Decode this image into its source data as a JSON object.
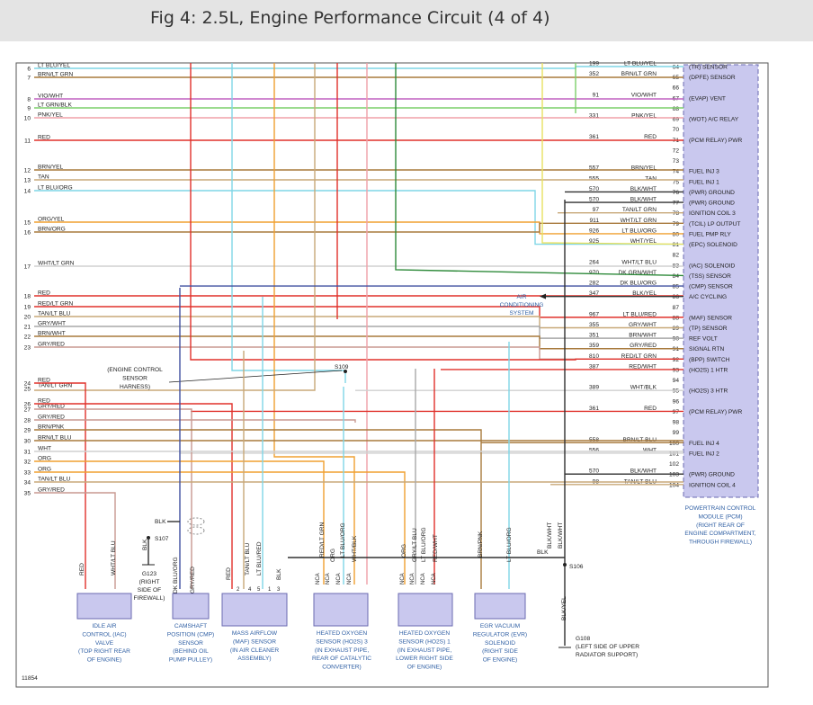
{
  "title": "Fig 4: 2.5L, Engine Performance Circuit (4 of 4)",
  "figure_id": "11854",
  "pcm": {
    "pins": [
      {
        "pin": "64",
        "circuit": "199",
        "wire": "LT BLU/YEL",
        "function": "(TR) SENSOR"
      },
      {
        "pin": "65",
        "circuit": "352",
        "wire": "BRN/LT GRN",
        "function": "(DPFE) SENSOR"
      },
      {
        "pin": "66",
        "circuit": "",
        "wire": "",
        "function": ""
      },
      {
        "pin": "67",
        "circuit": "91",
        "wire": "VIO/WHT",
        "function": "(EVAP) VENT"
      },
      {
        "pin": "68",
        "circuit": "",
        "wire": "",
        "function": ""
      },
      {
        "pin": "69",
        "circuit": "331",
        "wire": "PNK/YEL",
        "function": "(WOT) A/C RELAY"
      },
      {
        "pin": "70",
        "circuit": "",
        "wire": "",
        "function": ""
      },
      {
        "pin": "71",
        "circuit": "361",
        "wire": "RED",
        "function": "(PCM RELAY) PWR"
      },
      {
        "pin": "72",
        "circuit": "",
        "wire": "",
        "function": ""
      },
      {
        "pin": "73",
        "circuit": "",
        "wire": "",
        "function": ""
      },
      {
        "pin": "74",
        "circuit": "557",
        "wire": "BRN/YEL",
        "function": "FUEL INJ 3"
      },
      {
        "pin": "75",
        "circuit": "555",
        "wire": "TAN",
        "function": "FUEL INJ 1"
      },
      {
        "pin": "76",
        "circuit": "570",
        "wire": "BLK/WHT",
        "function": "(PWR) GROUND"
      },
      {
        "pin": "77",
        "circuit": "570",
        "wire": "BLK/WHT",
        "function": "(PWR) GROUND"
      },
      {
        "pin": "78",
        "circuit": "97",
        "wire": "TAN/LT GRN",
        "function": "IGNITION COIL 3"
      },
      {
        "pin": "79",
        "circuit": "911",
        "wire": "WHT/LT GRN",
        "function": "(TCIL) LP OUTPUT"
      },
      {
        "pin": "80",
        "circuit": "926",
        "wire": "LT BLU/ORG",
        "function": "FUEL PMP RLY"
      },
      {
        "pin": "81",
        "circuit": "925",
        "wire": "WHT/YEL",
        "function": "(EPC) SOLENOID"
      },
      {
        "pin": "82",
        "circuit": "",
        "wire": "",
        "function": ""
      },
      {
        "pin": "83",
        "circuit": "264",
        "wire": "WHT/LT BLU",
        "function": "(IAC) SOLENOID"
      },
      {
        "pin": "84",
        "circuit": "970",
        "wire": "DK GRN/WHT",
        "function": "(TSS) SENSOR"
      },
      {
        "pin": "85",
        "circuit": "282",
        "wire": "DK BLU/ORG",
        "function": "(CMP) SENSOR"
      },
      {
        "pin": "86",
        "circuit": "347",
        "wire": "BLK/YEL",
        "function": "A/C CYCLING"
      },
      {
        "pin": "87",
        "circuit": "",
        "wire": "",
        "function": ""
      },
      {
        "pin": "88",
        "circuit": "967",
        "wire": "LT BLU/RED",
        "function": "(MAF) SENSOR"
      },
      {
        "pin": "89",
        "circuit": "355",
        "wire": "GRY/WHT",
        "function": "(TP) SENSOR"
      },
      {
        "pin": "90",
        "circuit": "351",
        "wire": "BRN/WHT",
        "function": "REF VOLT"
      },
      {
        "pin": "91",
        "circuit": "359",
        "wire": "GRY/RED",
        "function": "SIGNAL RTN"
      },
      {
        "pin": "92",
        "circuit": "810",
        "wire": "RED/LT GRN",
        "function": "(BPP) SWITCH"
      },
      {
        "pin": "93",
        "circuit": "387",
        "wire": "RED/WHT",
        "function": "(HO2S) 1 HTR"
      },
      {
        "pin": "94",
        "circuit": "",
        "wire": "",
        "function": ""
      },
      {
        "pin": "95",
        "circuit": "389",
        "wire": "WHT/BLK",
        "function": "(HO2S) 3 HTR"
      },
      {
        "pin": "96",
        "circuit": "",
        "wire": "",
        "function": ""
      },
      {
        "pin": "97",
        "circuit": "361",
        "wire": "RED",
        "function": "(PCM RELAY) PWR"
      },
      {
        "pin": "98",
        "circuit": "",
        "wire": "",
        "function": ""
      },
      {
        "pin": "99",
        "circuit": "",
        "wire": "",
        "function": ""
      },
      {
        "pin": "100",
        "circuit": "558",
        "wire": "BRN/LT BLU",
        "function": "FUEL INJ 4"
      },
      {
        "pin": "101",
        "circuit": "556",
        "wire": "WHT",
        "function": "FUEL INJ 2"
      },
      {
        "pin": "102",
        "circuit": "",
        "wire": "",
        "function": ""
      },
      {
        "pin": "103",
        "circuit": "570",
        "wire": "BLK/WHT",
        "function": "(PWR) GROUND"
      },
      {
        "pin": "104",
        "circuit": "98",
        "wire": "TAN/LT BLU",
        "function": "IGNITION COIL 4"
      }
    ],
    "label_lines": [
      "POWERTRAIN CONTROL",
      "MODULE (PCM)",
      "(RIGHT REAR OF",
      "ENGINE COMPARTMENT,",
      "THROUGH FIREWALL)"
    ]
  },
  "left_rows": [
    {
      "n": "6",
      "label": "LT BLU/YEL"
    },
    {
      "n": "7",
      "label": "BRN/LT GRN"
    },
    {
      "n": "8",
      "label": "VIO/WHT"
    },
    {
      "n": "9",
      "label": "LT GRN/BLK"
    },
    {
      "n": "10",
      "label": "PNK/YEL"
    },
    {
      "n": "11",
      "label": "RED"
    },
    {
      "n": "12",
      "label": "BRN/YEL"
    },
    {
      "n": "13",
      "label": "TAN"
    },
    {
      "n": "14",
      "label": "LT BLU/ORG"
    },
    {
      "n": "15",
      "label": "ORG/YEL"
    },
    {
      "n": "16",
      "label": "BRN/ORG"
    },
    {
      "n": "17",
      "label": "WHT/LT GRN"
    },
    {
      "n": "18",
      "label": "RED"
    },
    {
      "n": "19",
      "label": "RED/LT GRN"
    },
    {
      "n": "20",
      "label": "TAN/LT BLU"
    },
    {
      "n": "21",
      "label": "GRY/WHT"
    },
    {
      "n": "22",
      "label": "BRN/WHT"
    },
    {
      "n": "23",
      "label": "GRY/RED"
    },
    {
      "n": "24",
      "label": "RED"
    },
    {
      "n": "25",
      "label": "TAN/LT GRN"
    },
    {
      "n": "26",
      "label": "RED"
    },
    {
      "n": "27",
      "label": "GRY/RED"
    },
    {
      "n": "28",
      "label": "GRY/RED"
    },
    {
      "n": "29",
      "label": "BRN/PNK"
    },
    {
      "n": "30",
      "label": "BRN/LT BLU"
    },
    {
      "n": "31",
      "label": "WHT"
    },
    {
      "n": "32",
      "label": "ORG"
    },
    {
      "n": "33",
      "label": "ORG"
    },
    {
      "n": "34",
      "label": "TAN/LT BLU"
    },
    {
      "n": "35",
      "label": "GRY/RED"
    }
  ],
  "annotations": {
    "harness": [
      "(ENGINE CONTROL",
      "SENSOR",
      "HARNESS)"
    ],
    "ac_system": [
      "AIR",
      "CONDITIONING",
      "SYSTEM"
    ],
    "splice_s109": "S109",
    "splice_s107": "S107",
    "splice_s106": "S106",
    "ground_g123": [
      "G123",
      "(RIGHT",
      "SIDE OF",
      "FIREWALL)"
    ],
    "ground_g108": [
      "G108",
      "(LEFT SIDE OF UPPER",
      "RADIATOR SUPPORT)"
    ],
    "blk": "BLK",
    "blk_yel": "BLK/YEL"
  },
  "vertical_wire_labels": [
    {
      "id": "v1",
      "text": "RED"
    },
    {
      "id": "v2",
      "text": "WHT/LT BLU"
    },
    {
      "id": "v3",
      "text": "BLK"
    },
    {
      "id": "v4",
      "text": "DK BLU/ORG"
    },
    {
      "id": "v5",
      "text": "GRY/RED"
    },
    {
      "id": "v6",
      "text": "RED"
    },
    {
      "id": "v7",
      "text": "TAN/LT BLU"
    },
    {
      "id": "v8",
      "text": "LT BLU/RED"
    },
    {
      "id": "v9",
      "text": "BLK"
    },
    {
      "id": "v10",
      "text": "RED/LT GRN"
    },
    {
      "id": "v11",
      "text": "ORG"
    },
    {
      "id": "v12",
      "text": "LT BLU/ORG"
    },
    {
      "id": "v13",
      "text": "WHT/BLK"
    },
    {
      "id": "v14",
      "text": "ORG"
    },
    {
      "id": "v15",
      "text": "GRY/LT BLU"
    },
    {
      "id": "v16",
      "text": "LT BLU/ORG"
    },
    {
      "id": "v17",
      "text": "RED/WHT"
    },
    {
      "id": "v18",
      "text": "BRN/PNK"
    },
    {
      "id": "v19",
      "text": "LT BLU/ORG"
    },
    {
      "id": "v20",
      "text": "BLK/WHT"
    },
    {
      "id": "v21",
      "text": "BLK/WHT"
    }
  ],
  "pin_labels": {
    "p1": "1",
    "p2": "2",
    "p3": "3",
    "p4": "4",
    "p5": "5",
    "nca": "NCA"
  },
  "components": [
    {
      "id": "iac",
      "lines": [
        "IDLE AIR",
        "CONTROL (IAC)",
        "VALVE",
        "(TOP RIGHT REAR",
        "OF ENGINE)"
      ]
    },
    {
      "id": "cmp",
      "lines": [
        "CAMSHAFT",
        "POSITION (CMP)",
        "SENSOR",
        "(BEHIND OIL",
        "PUMP PULLEY)"
      ]
    },
    {
      "id": "maf",
      "lines": [
        "MASS AIRFLOW",
        "(MAF) SENSOR",
        "(IN AIR CLEANER",
        "ASSEMBLY)"
      ]
    },
    {
      "id": "ho2s3",
      "lines": [
        "HEATED OXYGEN",
        "SENSOR (HO2S) 3",
        "(IN EXHAUST PIPE,",
        "REAR OF CATALYTIC",
        "CONVERTER)"
      ]
    },
    {
      "id": "ho2s1",
      "lines": [
        "HEATED OXYGEN",
        "SENSOR (HO2S) 1",
        "(IN EXHAUST PIPE,",
        "LOWER RIGHT SIDE",
        "OF ENGINE)"
      ]
    },
    {
      "id": "evr",
      "lines": [
        "EGR VACUUM",
        "REGULATOR (EVR)",
        "SOLENOID",
        "(RIGHT SIDE",
        "OF ENGINE)"
      ]
    }
  ],
  "colors": {
    "pcm_fill": "#c9c8ee",
    "component_fill": "#c9c8ee",
    "label_blue": "#2e5ea3",
    "lt_blu": "#7fd6e6",
    "brn": "#a87a3c",
    "vio": "#c060c0",
    "lt_grn": "#7ccf6a",
    "pnk": "#f0a0a8",
    "red": "#e0302a",
    "tan": "#c8a878",
    "org": "#f0a030",
    "gry_red": "#c89890",
    "gry": "#a8a8a8",
    "wht": "#d0d0d0",
    "blk": "#303030",
    "dk_blu": "#4050a0",
    "dk_grn": "#2e8a3a",
    "yel": "#e8e060"
  }
}
